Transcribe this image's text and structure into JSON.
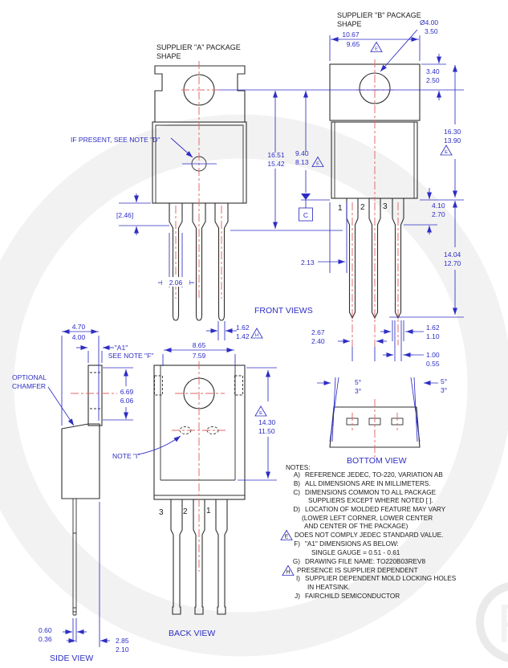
{
  "colors": {
    "dimension_blue": "#2d2dc4",
    "outline_black": "#2f2f2f",
    "centerline_red": "#e06666",
    "watermark_gray": "#f2f2f2",
    "background": "#ffffff"
  },
  "labels": {
    "supplier_a_1": "SUPPLIER \"A\" PACKAGE",
    "supplier_a_2": "SHAPE",
    "supplier_b_1": "SUPPLIER \"B\" PACKAGE",
    "supplier_b_2": "SHAPE",
    "if_present": "IF PRESENT, SEE NOTE \"D\"",
    "optional_1": "OPTIONAL",
    "optional_2": "CHAMFER",
    "note_i": "NOTE \"I\"",
    "a1": "\"A1\"",
    "a1_note": "SEE NOTE \"F\"",
    "front_views": "FRONT VIEWS",
    "bottom_view": "BOTTOM VIEW",
    "side_view": "SIDE VIEW",
    "back_view": "BACK VIEW",
    "datum_c": "C",
    "watermark_r": "R"
  },
  "pins": {
    "front_b": [
      "1",
      "2",
      "3"
    ],
    "back": [
      "3",
      "2",
      "1"
    ]
  },
  "dims": {
    "dia_hole": {
      "max": "Ø4.00",
      "min": "3.50"
    },
    "tab_width_b": {
      "max": "10.67",
      "min": "9.65",
      "flag": "E"
    },
    "hole_from_top": {
      "max": "3.40",
      "min": "2.50"
    },
    "body_height_b": {
      "max": "16.30",
      "min": "13.90",
      "flag": "E"
    },
    "overall_a": {
      "max": "16.51",
      "min": "15.42"
    },
    "hole_to_seat": {
      "max": "9.40",
      "min": "8.13",
      "flag": "E"
    },
    "shoulder_a": "[2.46]",
    "lead_shoulder_w": "2.06",
    "lead_w_a": {
      "max": "1.62",
      "min": "1.42",
      "flag": "H"
    },
    "shoulder_b": {
      "max": "4.10",
      "min": "2.70"
    },
    "lead_len_b": {
      "max": "14.04",
      "min": "12.70"
    },
    "edge_to_lead": "2.13",
    "lead_span": {
      "max": "2.67",
      "min": "2.40"
    },
    "lead_w_b": {
      "max": "1.62",
      "min": "1.10"
    },
    "lead_tip_b": {
      "max": "1.00",
      "min": "0.55"
    },
    "body_thk": {
      "max": "4.70",
      "min": "4.00"
    },
    "tab_hole_c": {
      "max": "6.69",
      "min": "6.06"
    },
    "body_w_back": {
      "max": "8.65",
      "min": "7.59"
    },
    "body_h_back": {
      "max": "14.30",
      "min": "11.50",
      "flag": "E"
    },
    "angle_l": {
      "max": "5°",
      "min": "3°"
    },
    "angle_r": {
      "max": "5°",
      "min": "3°"
    },
    "lead_thk": {
      "max": "0.60",
      "min": "0.36"
    },
    "lead_offset": {
      "max": "2.85",
      "min": "2.10"
    }
  },
  "notes": {
    "title": "NOTES:",
    "rows": [
      {
        "tag": "A)",
        "text": "REFERENCE JEDEC, TO-220, VARIATION AB"
      },
      {
        "tag": "B)",
        "text": "ALL DIMENSIONS ARE IN MILLIMETERS."
      },
      {
        "tag": "C)",
        "text": "DIMENSIONS COMMON TO ALL PACKAGE"
      },
      {
        "tag": "",
        "text": "SUPPLIERS EXCEPT WHERE NOTED [  ]."
      },
      {
        "tag": "D)",
        "text": "LOCATION OF MOLDED FEATURE MAY VARY"
      },
      {
        "tag": "",
        "text": "(LOWER LEFT CORNER, LOWER CENTER"
      },
      {
        "tag": "",
        "text": "AND CENTER OF THE PACKAGE)"
      },
      {
        "tag": "E",
        "text": "DOES NOT COMPLY JEDEC STANDARD VALUE.",
        "flagged": true
      },
      {
        "tag": "F)",
        "text": "\"A1\" DIMENSIONS AS BELOW:"
      },
      {
        "tag": "",
        "text": "SINGLE GAUGE = 0.51 - 0.61"
      },
      {
        "tag": "G)",
        "text": "DRAWING FILE NAME: TO220B03REV8"
      },
      {
        "tag": "H",
        "text": "PRESENCE IS SUPPLIER DEPENDENT",
        "flagged": true
      },
      {
        "tag": "I)",
        "text": "SUPPLIER DEPENDENT MOLD LOCKING HOLES"
      },
      {
        "tag": "",
        "text": "IN HEATSINK."
      },
      {
        "tag": "J)",
        "text": "FAIRCHILD SEMICONDUCTOR"
      }
    ]
  }
}
